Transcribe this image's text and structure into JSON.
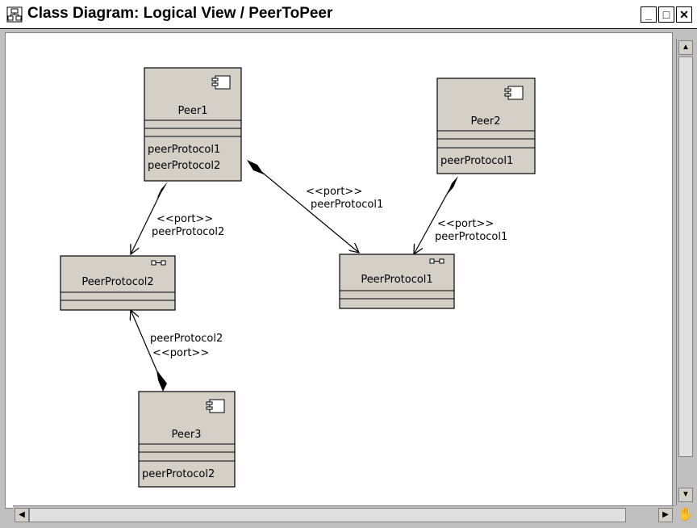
{
  "window": {
    "title": "Class Diagram: Logical View / PeerToPeer",
    "title_icon": "class-diagram-icon",
    "buttons": {
      "minimize": "_",
      "maximize": "□",
      "close": "✕"
    }
  },
  "diagram": {
    "classes": [
      {
        "id": "peer1",
        "name": "Peer1",
        "stereotype_icon": "component-icon",
        "attributes": [
          "peerProtocol1",
          "peerProtocol2"
        ]
      },
      {
        "id": "peer2",
        "name": "Peer2",
        "stereotype_icon": "component-icon",
        "attributes": [
          "peerProtocol1"
        ]
      },
      {
        "id": "peer3",
        "name": "Peer3",
        "stereotype_icon": "component-icon",
        "attributes": [
          "peerProtocol2"
        ]
      },
      {
        "id": "pp2",
        "name": "PeerProtocol2",
        "stereotype_icon": "interface-icon",
        "attributes": []
      },
      {
        "id": "pp1",
        "name": "PeerProtocol1",
        "stereotype_icon": "interface-icon",
        "attributes": []
      }
    ],
    "links": [
      {
        "from": "peer1",
        "to": "pp2",
        "labels": [
          "<<port>>",
          "peerProtocol2"
        ]
      },
      {
        "from": "peer1",
        "to": "pp1",
        "labels": [
          "<<port>>",
          "peerProtocol1"
        ]
      },
      {
        "from": "peer2",
        "to": "pp1",
        "labels": [
          "<<port>>",
          "peerProtocol1"
        ]
      },
      {
        "from": "peer3",
        "to": "pp2",
        "labels": [
          "peerProtocol2",
          "<<port>>"
        ]
      }
    ]
  },
  "colors": {
    "class_fill": "#d4d0c8",
    "line": "#000000",
    "canvas": "#ffffff"
  }
}
